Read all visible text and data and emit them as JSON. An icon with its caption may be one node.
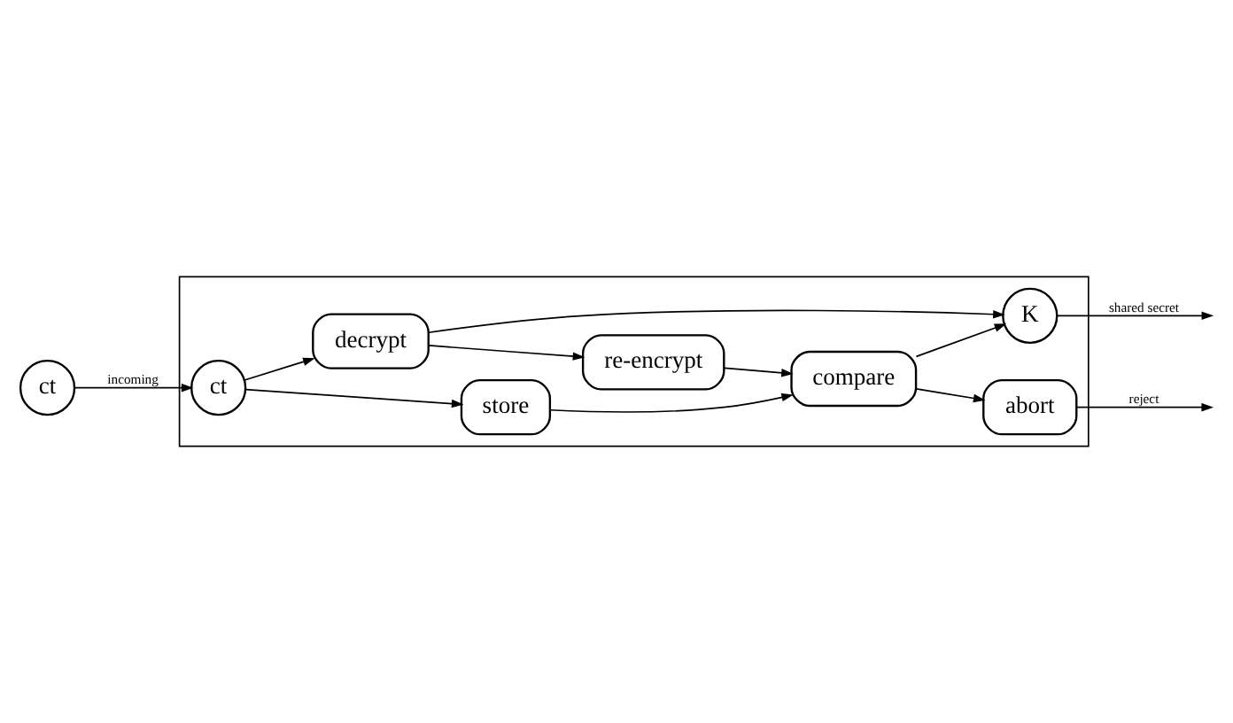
{
  "diagram": {
    "nodes": [
      {
        "text": [],
        "shape": "box"
      },
      {
        "text": [
          "ct"
        ]
      },
      {
        "text": [
          "ct"
        ],
        "in": 0
      },
      {
        "text": [
          "store"
        ],
        "in": 0
      },
      {
        "text": [
          "re-encrypt"
        ],
        "in": 0
      },
      {
        "text": [
          "decrypt"
        ],
        "in": 0
      },
      {
        "text": [
          "compare"
        ],
        "in": 0
      },
      {
        "text": [
          "abort"
        ],
        "in": 0
      },
      {
        "text": [
          "K"
        ],
        "in": 0
      }
    ],
    "edges": [
      {
        "from": 1,
        "to": 2,
        "arrow": "to",
        "label": "incoming"
      },
      {
        "from": 2,
        "to": 3,
        "arrow": "to"
      },
      {
        "from": 2,
        "to": 5,
        "arrow": "to"
      },
      {
        "from": 5,
        "to": 4,
        "arrow": "to"
      },
      {
        "from": 3,
        "to": 6,
        "arrow": "to"
      },
      {
        "from": 4,
        "to": 6,
        "arrow": "to"
      },
      {
        "from": 6,
        "to": 7,
        "arrow": "to"
      },
      {
        "from": 6,
        "to": 8,
        "arrow": "to"
      },
      {
        "from": 5,
        "to": 8,
        "arrow": "to"
      },
      {
        "from": 8,
        "to": null,
        "arrow": "to",
        "label": "shared secret"
      },
      {
        "from": 7,
        "to": null,
        "arrow": "to",
        "label": "reject"
      }
    ]
  }
}
